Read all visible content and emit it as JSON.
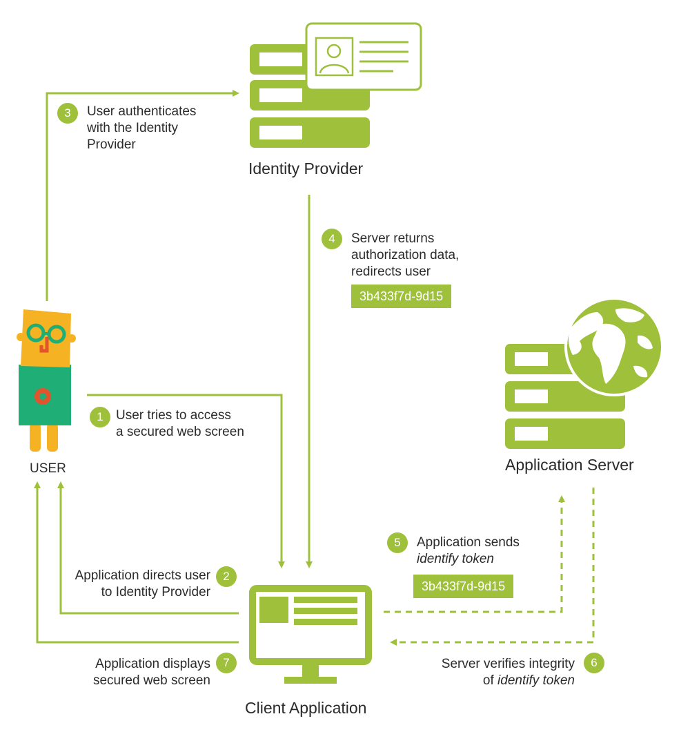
{
  "nodes": {
    "identity_provider": "Identity Provider",
    "client_application": "Client Application",
    "application_server": "Application Server",
    "user": "USER"
  },
  "steps": [
    {
      "num": "1",
      "line1": "User tries to access",
      "line2": "a secured web screen"
    },
    {
      "num": "2",
      "line1": "Application directs user",
      "line2": "to Identity Provider"
    },
    {
      "num": "3",
      "line1": "User authenticates",
      "line2": "with the Identity",
      "line3": "Provider"
    },
    {
      "num": "4",
      "line1": "Server returns",
      "line2": "authorization data,",
      "line3": "redirects user"
    },
    {
      "num": "5",
      "line1": "Application sends",
      "line2": "identify token"
    },
    {
      "num": "6",
      "line1": "Server verifies integrity",
      "line2_prefix": "of",
      "line2_em": "identify token"
    },
    {
      "num": "7",
      "line1": "Application displays",
      "line2": "secured web screen"
    }
  ],
  "tokens": {
    "step4": "3b433f7d-9d15",
    "step5": "3b433f7d-9d15"
  },
  "colors": {
    "accent": "#9ec03b",
    "user_head": "#f5b323",
    "user_body": "#1fae76",
    "glasses": "#1fae76",
    "nose": "#e2542b"
  }
}
